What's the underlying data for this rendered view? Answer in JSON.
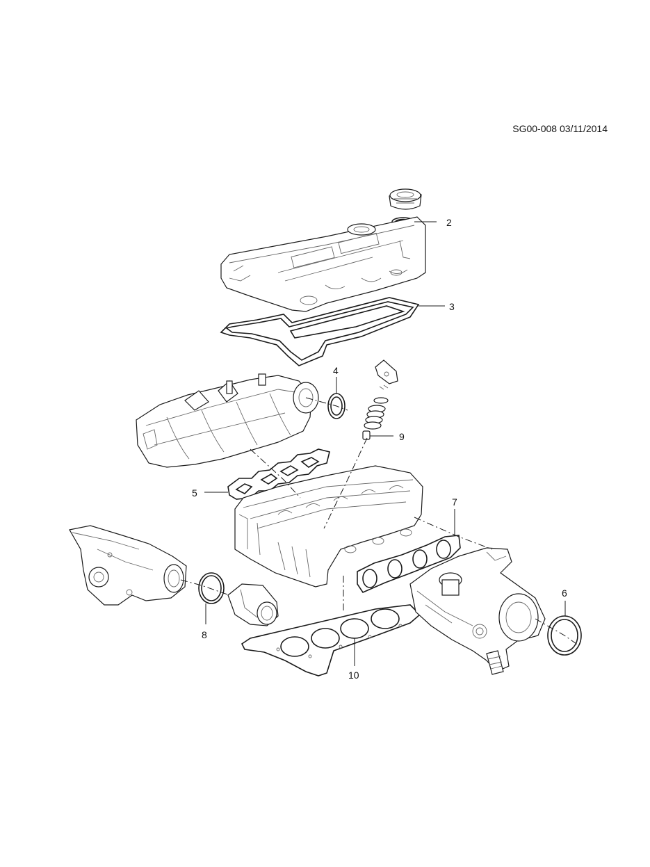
{
  "header": {
    "reference": "SG00-008 03/11/2014"
  },
  "callouts": [
    {
      "id": "2",
      "label": "2"
    },
    {
      "id": "3",
      "label": "3"
    },
    {
      "id": "4",
      "label": "4"
    },
    {
      "id": "5",
      "label": "5"
    },
    {
      "id": "6",
      "label": "6"
    },
    {
      "id": "7",
      "label": "7"
    },
    {
      "id": "8",
      "label": "8"
    },
    {
      "id": "9",
      "label": "9"
    },
    {
      "id": "10",
      "label": "10"
    }
  ]
}
